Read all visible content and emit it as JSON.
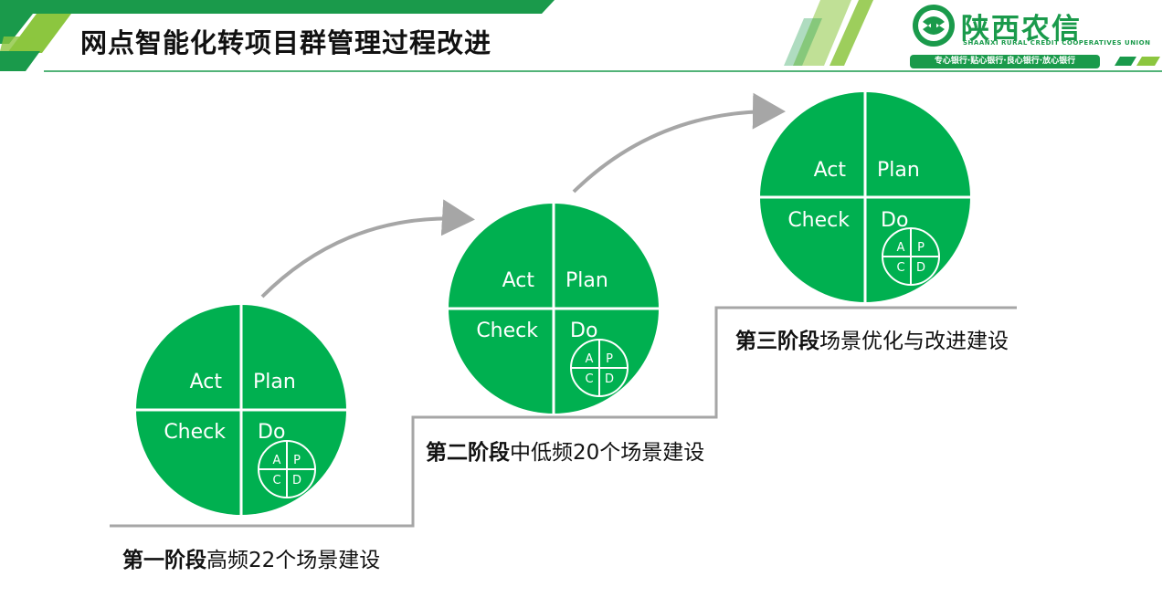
{
  "header": {
    "title": "网点智能化转项目群管理过程改进",
    "brand": {
      "name": "陕西农信",
      "subtitle": "SHAANXI RURAL CREDIT COOPERATIVES UNION",
      "slogan": "专心银行·贴心银行·良心银行·放心银行"
    }
  },
  "colors": {
    "green": "#00b050",
    "brand_green": "#1a9a4b",
    "light_green": "#8cc63f",
    "step_line": "#a6a6a6",
    "arrow": "#a6a6a6"
  },
  "pdca": {
    "act": "Act",
    "plan": "Plan",
    "check": "Check",
    "do": "Do",
    "mini": {
      "a": "A",
      "p": "P",
      "c": "C",
      "d": "D"
    }
  },
  "stages": [
    {
      "name": "第一阶段",
      "desc": "高频22个场景建设"
    },
    {
      "name": "第二阶段",
      "desc": "中低频20个场景建设"
    },
    {
      "name": "第三阶段",
      "desc": "场景优化与改进建设"
    }
  ]
}
